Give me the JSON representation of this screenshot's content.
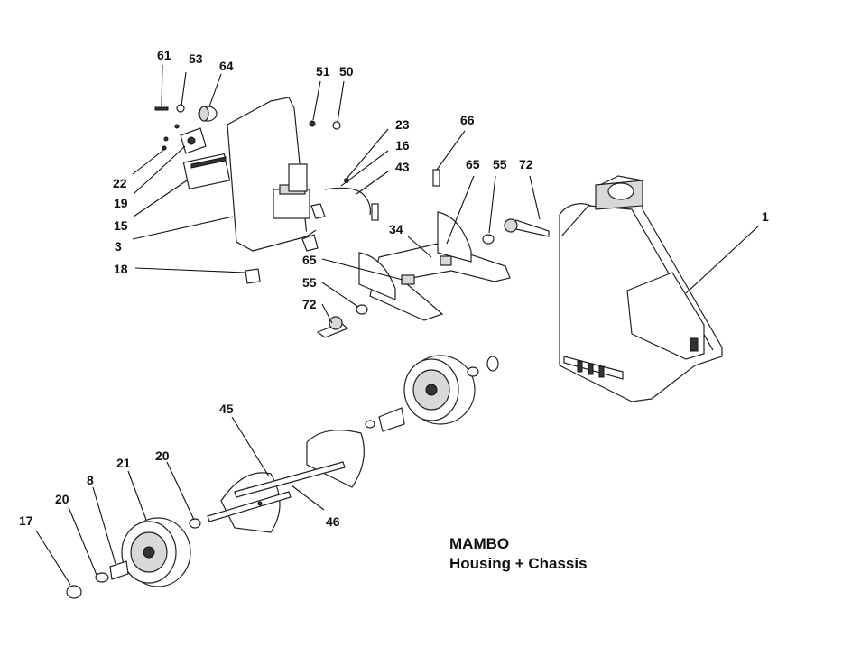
{
  "title": {
    "model": "MAMBO",
    "subtitle": "Housing + Chassis"
  },
  "callouts": {
    "c61": "61",
    "c53": "53",
    "c64": "64",
    "c51": "51",
    "c50": "50",
    "c23": "23",
    "c16": "16",
    "c43": "43",
    "c66": "66",
    "c65a": "65",
    "c55a": "55",
    "c72a": "72",
    "c1": "1",
    "c22": "22",
    "c19": "19",
    "c15": "15",
    "c3": "3",
    "c34": "34",
    "c18": "18",
    "c65b": "65",
    "c55b": "55",
    "c72b": "72",
    "c45": "45",
    "c20a": "20",
    "c21": "21",
    "c8": "8",
    "c20b": "20",
    "c17": "17",
    "c46": "46"
  }
}
